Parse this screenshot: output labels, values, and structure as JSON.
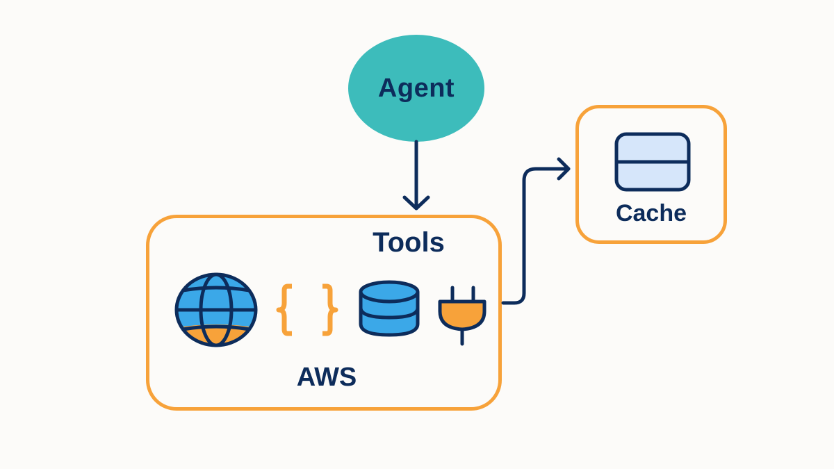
{
  "diagram": {
    "nodes": {
      "agent": {
        "label": "Agent",
        "shape": "ellipse"
      },
      "tools": {
        "title": "Tools",
        "subtitle": "AWS",
        "icons": [
          "globe-icon",
          "curly-braces-icon",
          "database-icon",
          "plug-icon"
        ]
      },
      "cache": {
        "label": "Cache",
        "icon": "cache-storage-icon"
      }
    },
    "edges": [
      {
        "from": "agent",
        "to": "tools",
        "style": "arrow"
      },
      {
        "from": "tools",
        "to": "cache",
        "style": "elbow-arrow"
      }
    ],
    "colors": {
      "background": "#fcfbf9",
      "navy": "#0d2c5b",
      "teal": "#3dbcbb",
      "orange": "#f7a23a",
      "sky_blue": "#3ba8e8",
      "light_blue": "#d6e6fa"
    }
  }
}
